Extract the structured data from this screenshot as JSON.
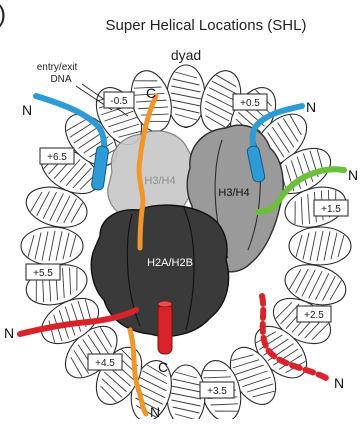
{
  "figure": {
    "panel_letter": ")",
    "title": "Super Helical Locations (SHL)",
    "dyad_label": "dyad",
    "entry_exit_label_line1": "entry/exit",
    "entry_exit_label_line2": "DNA",
    "histones": {
      "h3h4_back": "H3/H4",
      "h3h4_front": "H3/H4",
      "h2ah2b": "H2A/H2B"
    },
    "terminus": {
      "n_left_top": "N",
      "n_right_top": "N",
      "n_right_green": "N",
      "n_left_bottom": "N",
      "n_right_bottom": "N",
      "n_bottom": "N",
      "c_top": "C",
      "c_bottom": "C"
    },
    "shl_labels": [
      {
        "id": "m0_5",
        "text": "-0.5"
      },
      {
        "id": "p0_5",
        "text": "+0.5"
      },
      {
        "id": "p1_5",
        "text": "+1.5"
      },
      {
        "id": "p2_5",
        "text": "+2.5"
      },
      {
        "id": "p3_5",
        "text": "+3.5"
      },
      {
        "id": "p4_5",
        "text": "+4.5"
      },
      {
        "id": "p5_5",
        "text": "+5.5"
      },
      {
        "id": "p6_5",
        "text": "+6.5"
      }
    ],
    "colors": {
      "dna_outline": "#2b2b2b",
      "h3h4_back": "#c8c8c8",
      "h3h4_front": "#9a9a9a",
      "h2ah2b": "#3a3a3a",
      "tail_blue": "#2c9bd6",
      "tail_orange": "#f0962a",
      "tail_green": "#6cbf3a",
      "tail_red": "#d8232a"
    }
  }
}
